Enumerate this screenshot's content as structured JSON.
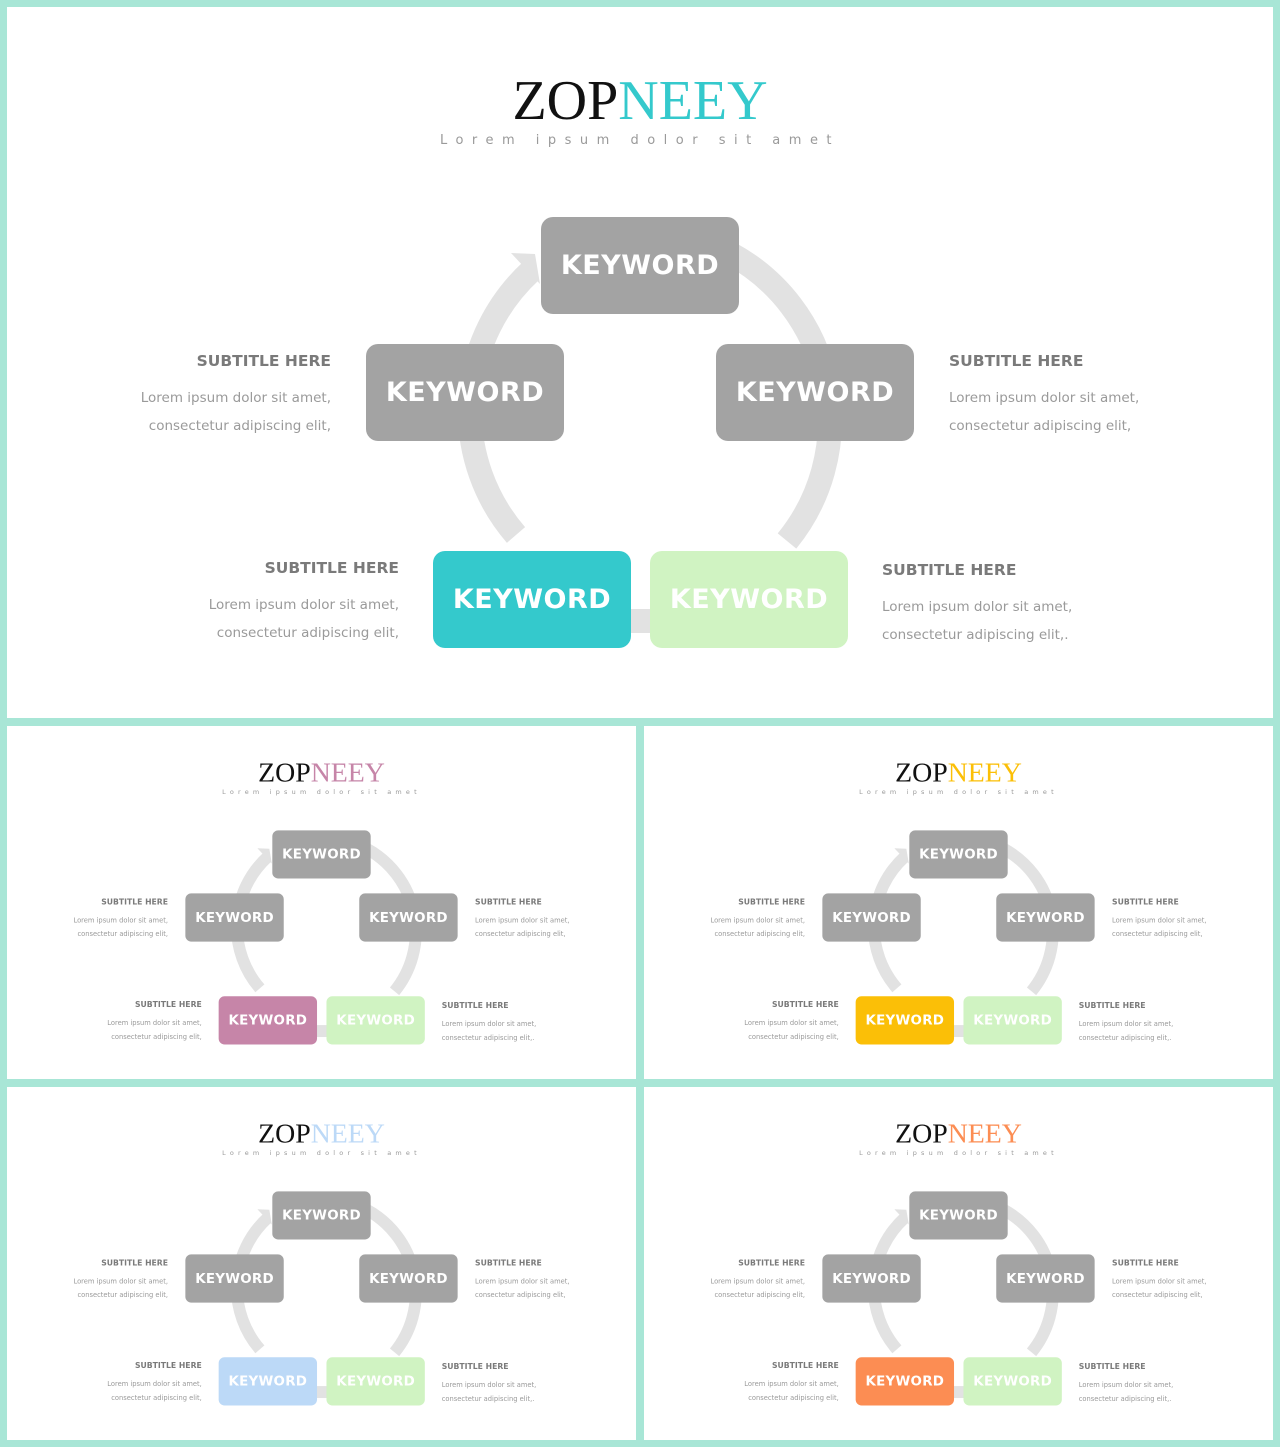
{
  "brand": {
    "part1": "ZOP",
    "part2": "NEEY",
    "tagline": "Lorem ipsum dolor sit amet"
  },
  "keyword": "KEYWORD",
  "subtitle": "SUBTITLE HERE",
  "line1": "Lorem ipsum dolor sit amet,",
  "line2": "consectetur adipiscing elit,",
  "line2_last": "consectetur adipiscing elit,.",
  "colors": {
    "frame": "#a8e6d6",
    "box_gray": "#a3a3a3",
    "box_light_green": "#d0f3c2",
    "ring": "#e2e2e2"
  },
  "variants": [
    {
      "accent": "#34c9cc"
    },
    {
      "accent": "#c685a8"
    },
    {
      "accent": "#fbbf07"
    },
    {
      "accent": "#bcd9f7"
    },
    {
      "accent": "#fc8d53"
    }
  ]
}
